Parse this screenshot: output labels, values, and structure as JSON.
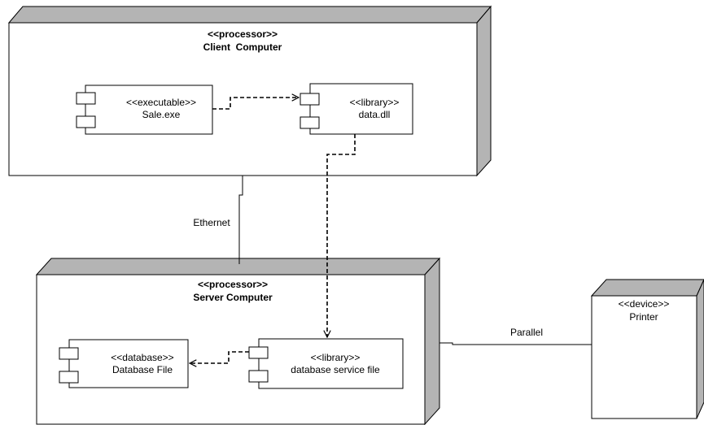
{
  "nodes": {
    "client": {
      "stereotype": "<<processor>>",
      "name": "Client  Computer"
    },
    "server": {
      "stereotype": "<<processor>>",
      "name": "Server Computer"
    },
    "printer": {
      "stereotype": "<<device>>",
      "name": "Printer"
    }
  },
  "components": {
    "sale": {
      "stereotype": "<<executable>>",
      "name": "Sale.exe"
    },
    "data_dll": {
      "stereotype": "<<library>>",
      "name": "data.dll"
    },
    "database_file": {
      "stereotype": "<<database>>",
      "name": "Database File"
    },
    "db_service": {
      "stereotype": "<<library>>",
      "name": "database service file"
    }
  },
  "connections": {
    "ethernet": "Ethernet",
    "parallel": "Parallel"
  }
}
